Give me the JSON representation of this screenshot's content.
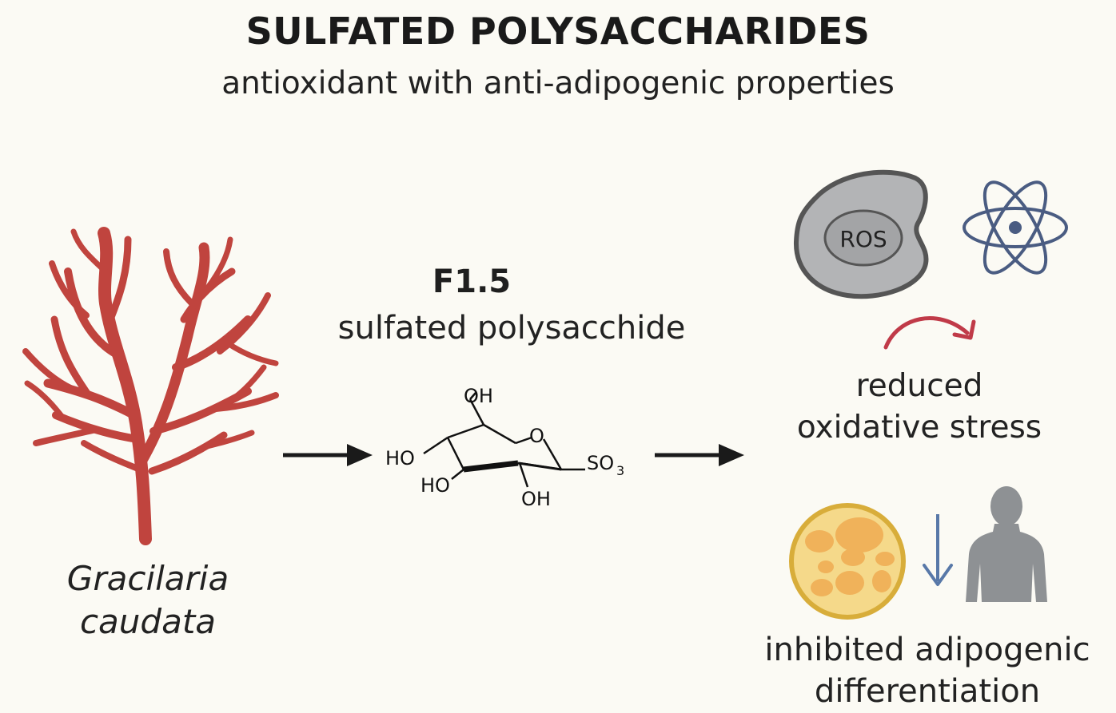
{
  "header": {
    "title": "SULFATED POLYSACCHARIDES",
    "subtitle": "antioxidant with anti-adipogenic properties"
  },
  "source": {
    "species_line1": "Gracilaria",
    "species_line2": "caudata",
    "color": "#c0443e"
  },
  "compound": {
    "name": "F1.5",
    "description": "sulfated polysacchide",
    "labels": {
      "oh_top": "OH",
      "ring_o": "O",
      "ho_left": "HO",
      "ho_bottom": "HO",
      "oh_bottom": "OH",
      "so3": "SO",
      "so3_sub": "3"
    }
  },
  "effects": {
    "ros_label": "ROS",
    "oxidative_line1": "reduced",
    "oxidative_line2": "oxidative stress",
    "adipo_line1": "inhibited adipogenic",
    "adipo_line2": "differentiation"
  },
  "colors": {
    "background": "#fbfaf4",
    "ros_fill": "#b3b4b6",
    "atom": "#4a5c82",
    "curve_arrow": "#c03a48",
    "fat_cell": "#f5d98a",
    "fat_drop": "#f0b25a",
    "down_arrow": "#5878a8",
    "person": "#8e9194"
  },
  "icons": [
    "seaweed-icon",
    "arrow-right-icon",
    "ros-blob-icon",
    "atom-icon",
    "curved-arrow-icon",
    "fat-cell-icon",
    "arrow-down-icon",
    "person-icon"
  ]
}
